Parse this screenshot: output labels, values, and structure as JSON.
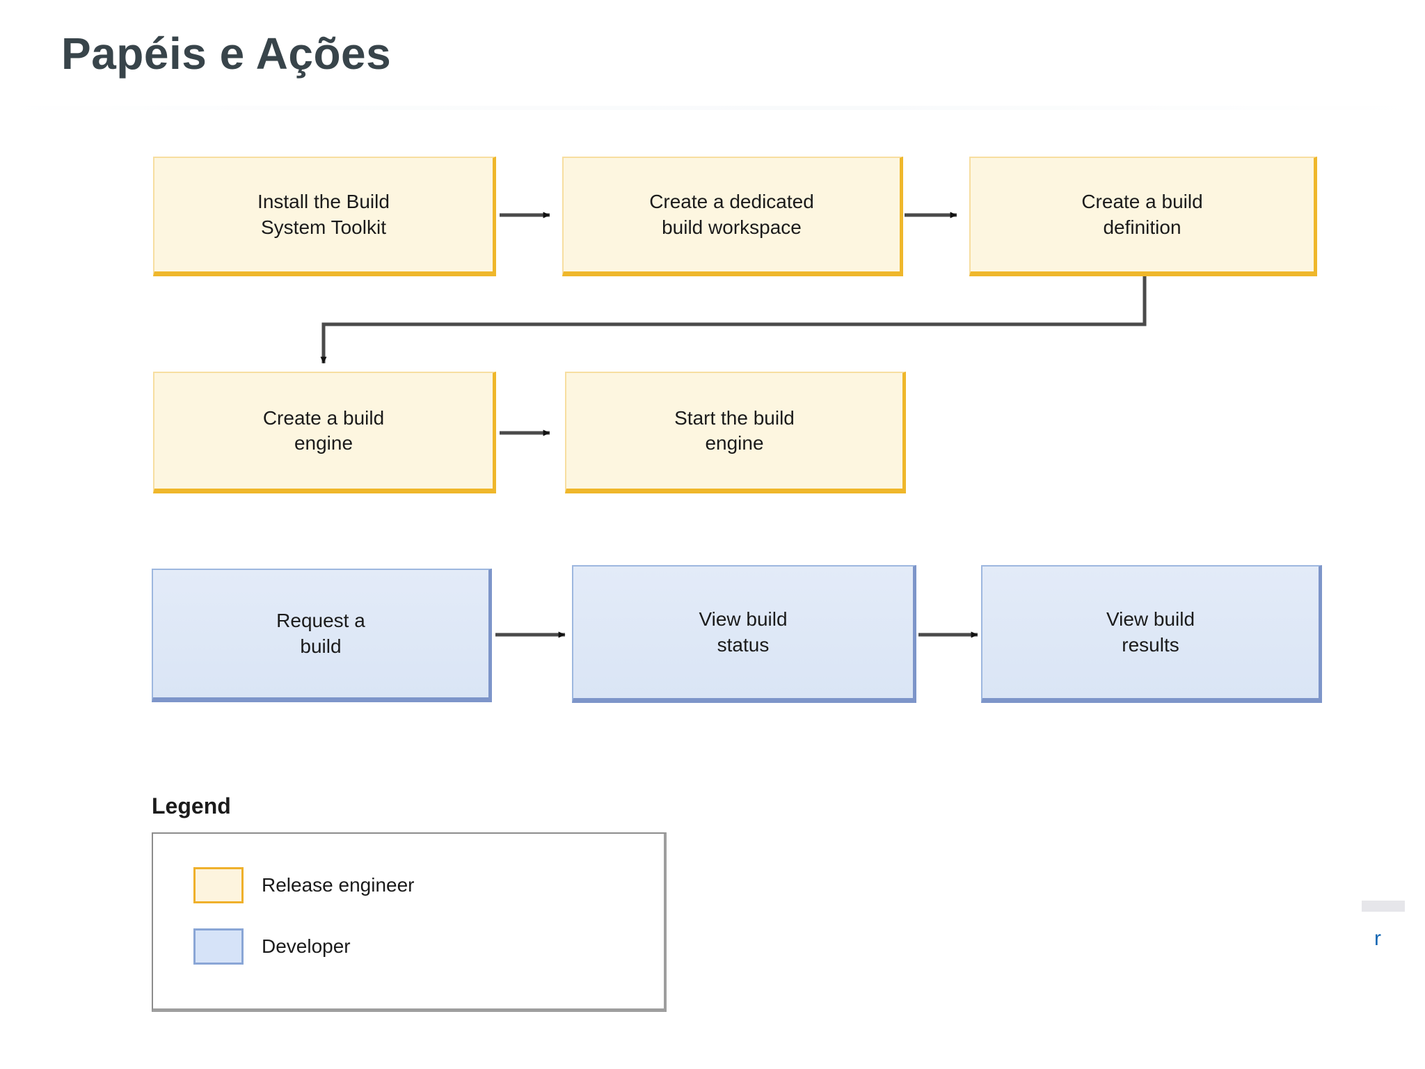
{
  "title": "Papéis e Ações",
  "colors": {
    "title_text": "#38444a",
    "release_fill": "#fdf6e0",
    "release_border": "#efb72b",
    "developer_fill": "#dce6f6",
    "developer_border": "#7d95c9",
    "connector": "#4a4a4a",
    "legend_border": "#8c8c8c",
    "page_background": "#ffffff",
    "stray_letter": "#1467b3"
  },
  "diagram": {
    "type": "flowchart",
    "rows": [
      {
        "role": "release-engineer",
        "nodes": [
          {
            "id": "install-toolkit",
            "label": "Install the Build\nSystem Toolkit"
          },
          {
            "id": "create-workspace",
            "label": "Create a dedicated\nbuild workspace"
          },
          {
            "id": "create-build-definition",
            "label": "Create a build\ndefinition"
          }
        ]
      },
      {
        "role": "release-engineer",
        "nodes": [
          {
            "id": "create-build-engine",
            "label": "Create a build\nengine"
          },
          {
            "id": "start-build-engine",
            "label": "Start the build\nengine"
          }
        ]
      },
      {
        "role": "developer",
        "nodes": [
          {
            "id": "request-build",
            "label": "Request a\nbuild"
          },
          {
            "id": "view-build-status",
            "label": "View build\nstatus"
          },
          {
            "id": "view-build-results",
            "label": "View build\nresults"
          }
        ]
      }
    ],
    "edges": [
      {
        "from": "install-toolkit",
        "to": "create-workspace",
        "style": "straight-right"
      },
      {
        "from": "create-workspace",
        "to": "create-build-definition",
        "style": "straight-right"
      },
      {
        "from": "create-build-definition",
        "to": "create-build-engine",
        "style": "elbow-down-left"
      },
      {
        "from": "create-build-engine",
        "to": "start-build-engine",
        "style": "straight-right"
      },
      {
        "from": "request-build",
        "to": "view-build-status",
        "style": "straight-right"
      },
      {
        "from": "view-build-status",
        "to": "view-build-results",
        "style": "straight-right"
      }
    ]
  },
  "legend": {
    "heading": "Legend",
    "items": [
      {
        "swatch": "release",
        "label": "Release engineer"
      },
      {
        "swatch": "developer",
        "label": "Developer"
      }
    ]
  },
  "artifacts": {
    "stray_letter": "r"
  }
}
